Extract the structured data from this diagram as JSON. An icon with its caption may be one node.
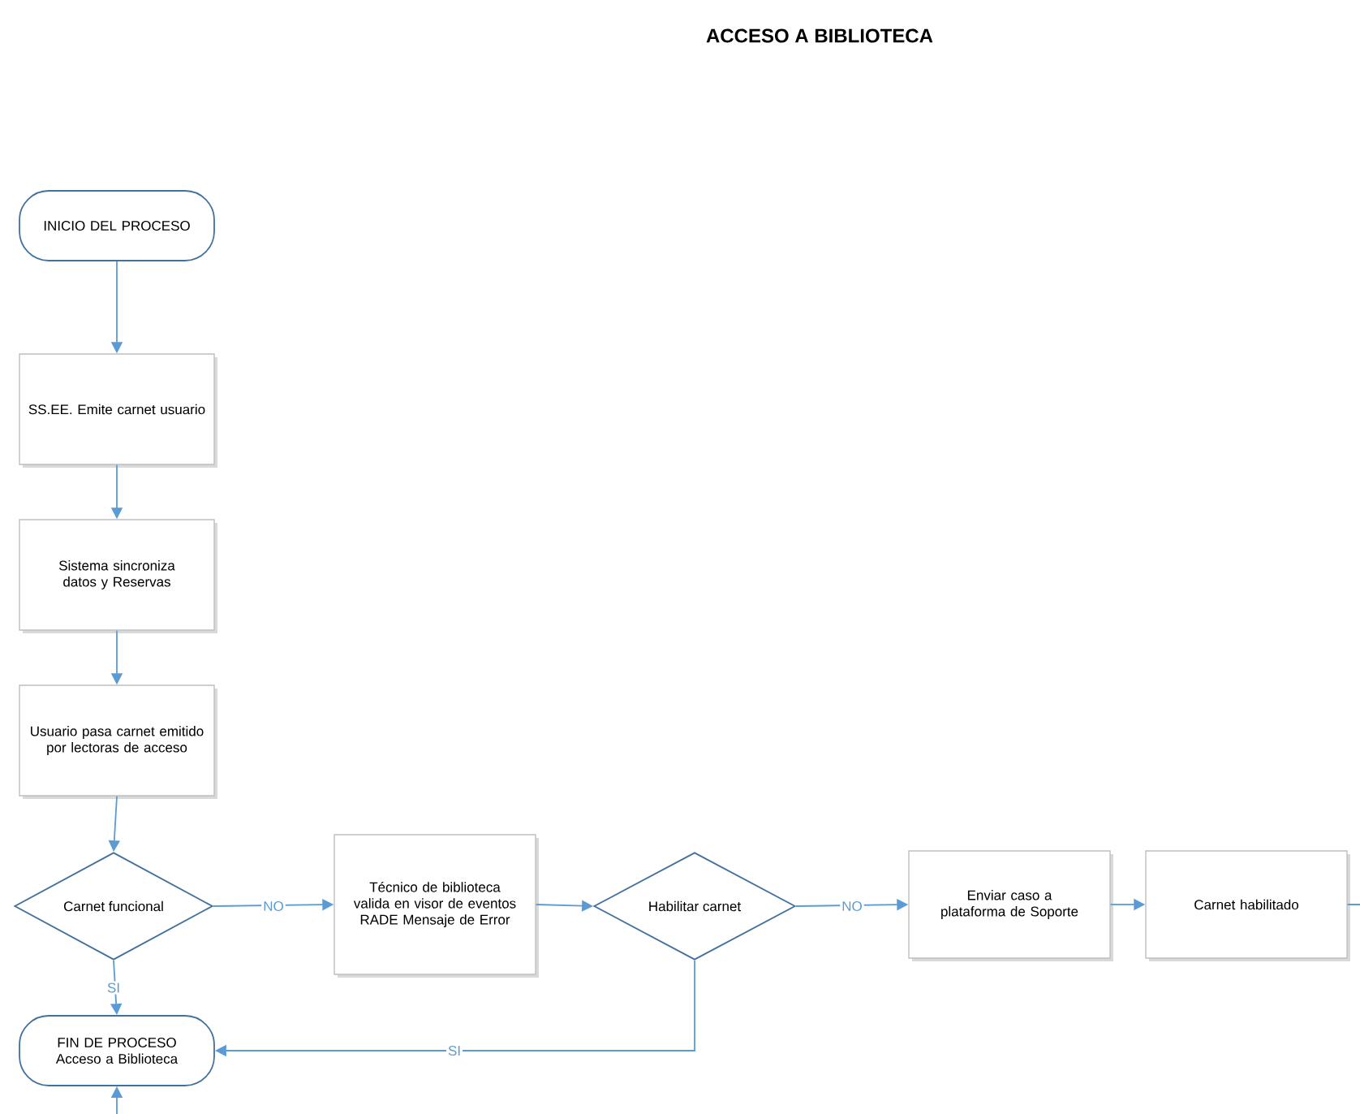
{
  "diagram": {
    "title": "ACCESO A BIBLIOTECA",
    "nodes": [
      {
        "text": [
          "INICIO DEL PROCESO"
        ]
      },
      {
        "text": [
          "SS.EE. Emite carnet usuario"
        ]
      },
      {
        "text": [
          "Sistema sincroniza datos y Reservas"
        ]
      },
      {
        "text": [
          "Usuario pasa carnet emitido por lectoras de acceso"
        ]
      },
      {
        "text": [
          "Carnet funcional"
        ]
      },
      {
        "text": [
          "Técnico de biblioteca valida en visor de eventos RADE Mensaje de Error"
        ]
      },
      {
        "text": [
          "Habilitar carnet"
        ]
      },
      {
        "text": [
          "Enviar caso a plataforma de Soporte"
        ]
      },
      {
        "text": [
          "Carnet habilitado"
        ]
      },
      {
        "text": [
          "FIN DE PROCESO Acceso a Biblioteca"
        ]
      }
    ],
    "edges": [
      {
        "from": 0,
        "to": 1,
        "arrow": "to"
      },
      {
        "from": 1,
        "to": 2,
        "arrow": "to"
      },
      {
        "from": 2,
        "to": 3,
        "arrow": "to"
      },
      {
        "from": 3,
        "to": 4,
        "arrow": "to"
      },
      {
        "from": 4,
        "to": 5,
        "arrow": "to",
        "label": "NO"
      },
      {
        "from": 5,
        "to": 6,
        "arrow": "to"
      },
      {
        "from": 6,
        "to": 7,
        "arrow": "to",
        "label": "NO"
      },
      {
        "from": 7,
        "to": 8,
        "arrow": "to"
      },
      {
        "from": 8,
        "to": null,
        "arrow": "none"
      },
      {
        "from": 4,
        "to": 9,
        "arrow": "to",
        "label": "SI"
      },
      {
        "from": 6,
        "to": 9,
        "arrow": "to",
        "label": "SI"
      },
      {
        "from": null,
        "to": 9,
        "arrow": "to"
      }
    ]
  }
}
